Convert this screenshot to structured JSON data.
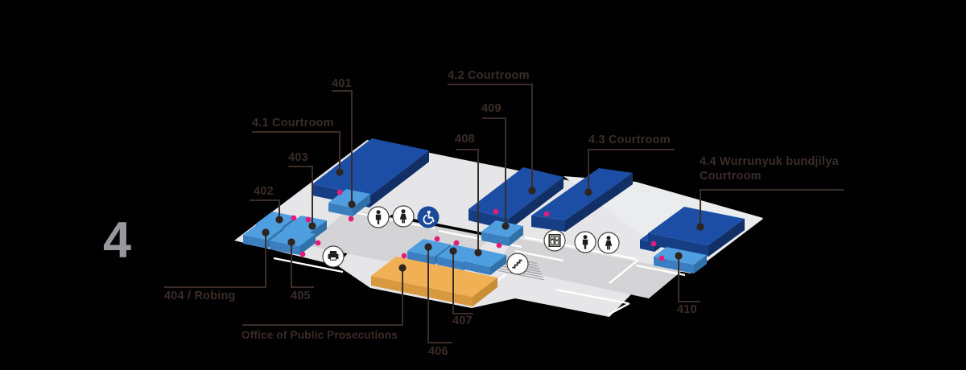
{
  "level": {
    "label": "4"
  },
  "rooms": [
    {
      "id": "401",
      "label": "401",
      "type": "room"
    },
    {
      "id": "402",
      "label": "402",
      "type": "room"
    },
    {
      "id": "403",
      "label": "403",
      "type": "room"
    },
    {
      "id": "404",
      "label": "404 / Robing",
      "type": "room"
    },
    {
      "id": "405",
      "label": "405",
      "type": "room"
    },
    {
      "id": "406",
      "label": "406",
      "type": "room"
    },
    {
      "id": "407",
      "label": "407",
      "type": "room"
    },
    {
      "id": "408",
      "label": "408",
      "type": "room"
    },
    {
      "id": "409",
      "label": "409",
      "type": "room"
    },
    {
      "id": "410",
      "label": "410",
      "type": "room"
    },
    {
      "id": "4.1",
      "label": "4.1 Courtroom",
      "type": "courtroom"
    },
    {
      "id": "4.2",
      "label": "4.2 Courtroom",
      "type": "courtroom"
    },
    {
      "id": "4.3",
      "label": "4.3 Courtroom",
      "type": "courtroom"
    },
    {
      "id": "4.4",
      "label": "4.4 Wurrunyuk bundjilya Courtroom",
      "line1": "4.4 Wurrunyuk bundjilya",
      "line2": "Courtroom",
      "type": "courtroom"
    },
    {
      "id": "OPP",
      "label": "Office of Public Prosecutions",
      "type": "office"
    }
  ],
  "amenities": [
    {
      "name": "toilet-male"
    },
    {
      "name": "toilet-female"
    },
    {
      "name": "toilet-accessible"
    },
    {
      "name": "printer"
    },
    {
      "name": "elevator"
    },
    {
      "name": "toilet-male"
    },
    {
      "name": "toilet-female"
    },
    {
      "name": "stairs"
    }
  ],
  "colors": {
    "courtroom": "#1d4ea6",
    "room": "#4f9edf",
    "office": "#f1b054",
    "floor": "#e6e6e8",
    "floor_light": "#ebecee",
    "walkway": "#d4d4d6",
    "entrance_marker": "#e31c79",
    "leader_dot": "#2e2420",
    "label_text": "#3a2d28",
    "level_text": "#96989b",
    "accessible_badge": "#1b4a9b",
    "background": "#000000"
  }
}
